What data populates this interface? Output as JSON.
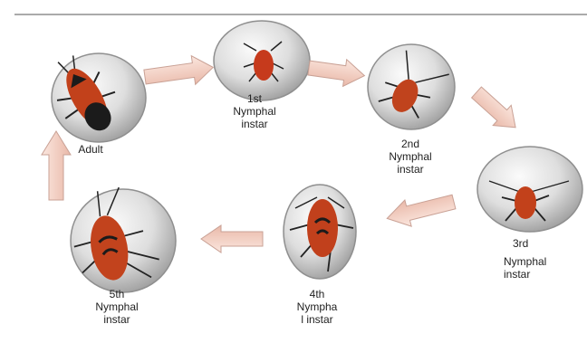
{
  "labels": {
    "adult": "Adult",
    "first": [
      "1st",
      "Nymphal",
      "instar"
    ],
    "second": [
      "2nd",
      "Nymphal",
      "instar"
    ],
    "third": [
      "3rd",
      "Nymphal",
      "instar"
    ],
    "fourth": [
      "4th",
      "Nympha",
      "l instar"
    ],
    "fifth": [
      "5th",
      "Nymphal",
      "instar"
    ]
  },
  "icons": {
    "stage_photo": "red-cotton-bug-photo",
    "cycle_arrow": "pink-block-arrow"
  },
  "colors": {
    "arrow_fill": "#f5d6cc",
    "arrow_stroke": "#c9a195",
    "disc_rim": "#9a9a9a",
    "bug_body": "#c2411b",
    "bug_dark": "#1b1b1b"
  }
}
